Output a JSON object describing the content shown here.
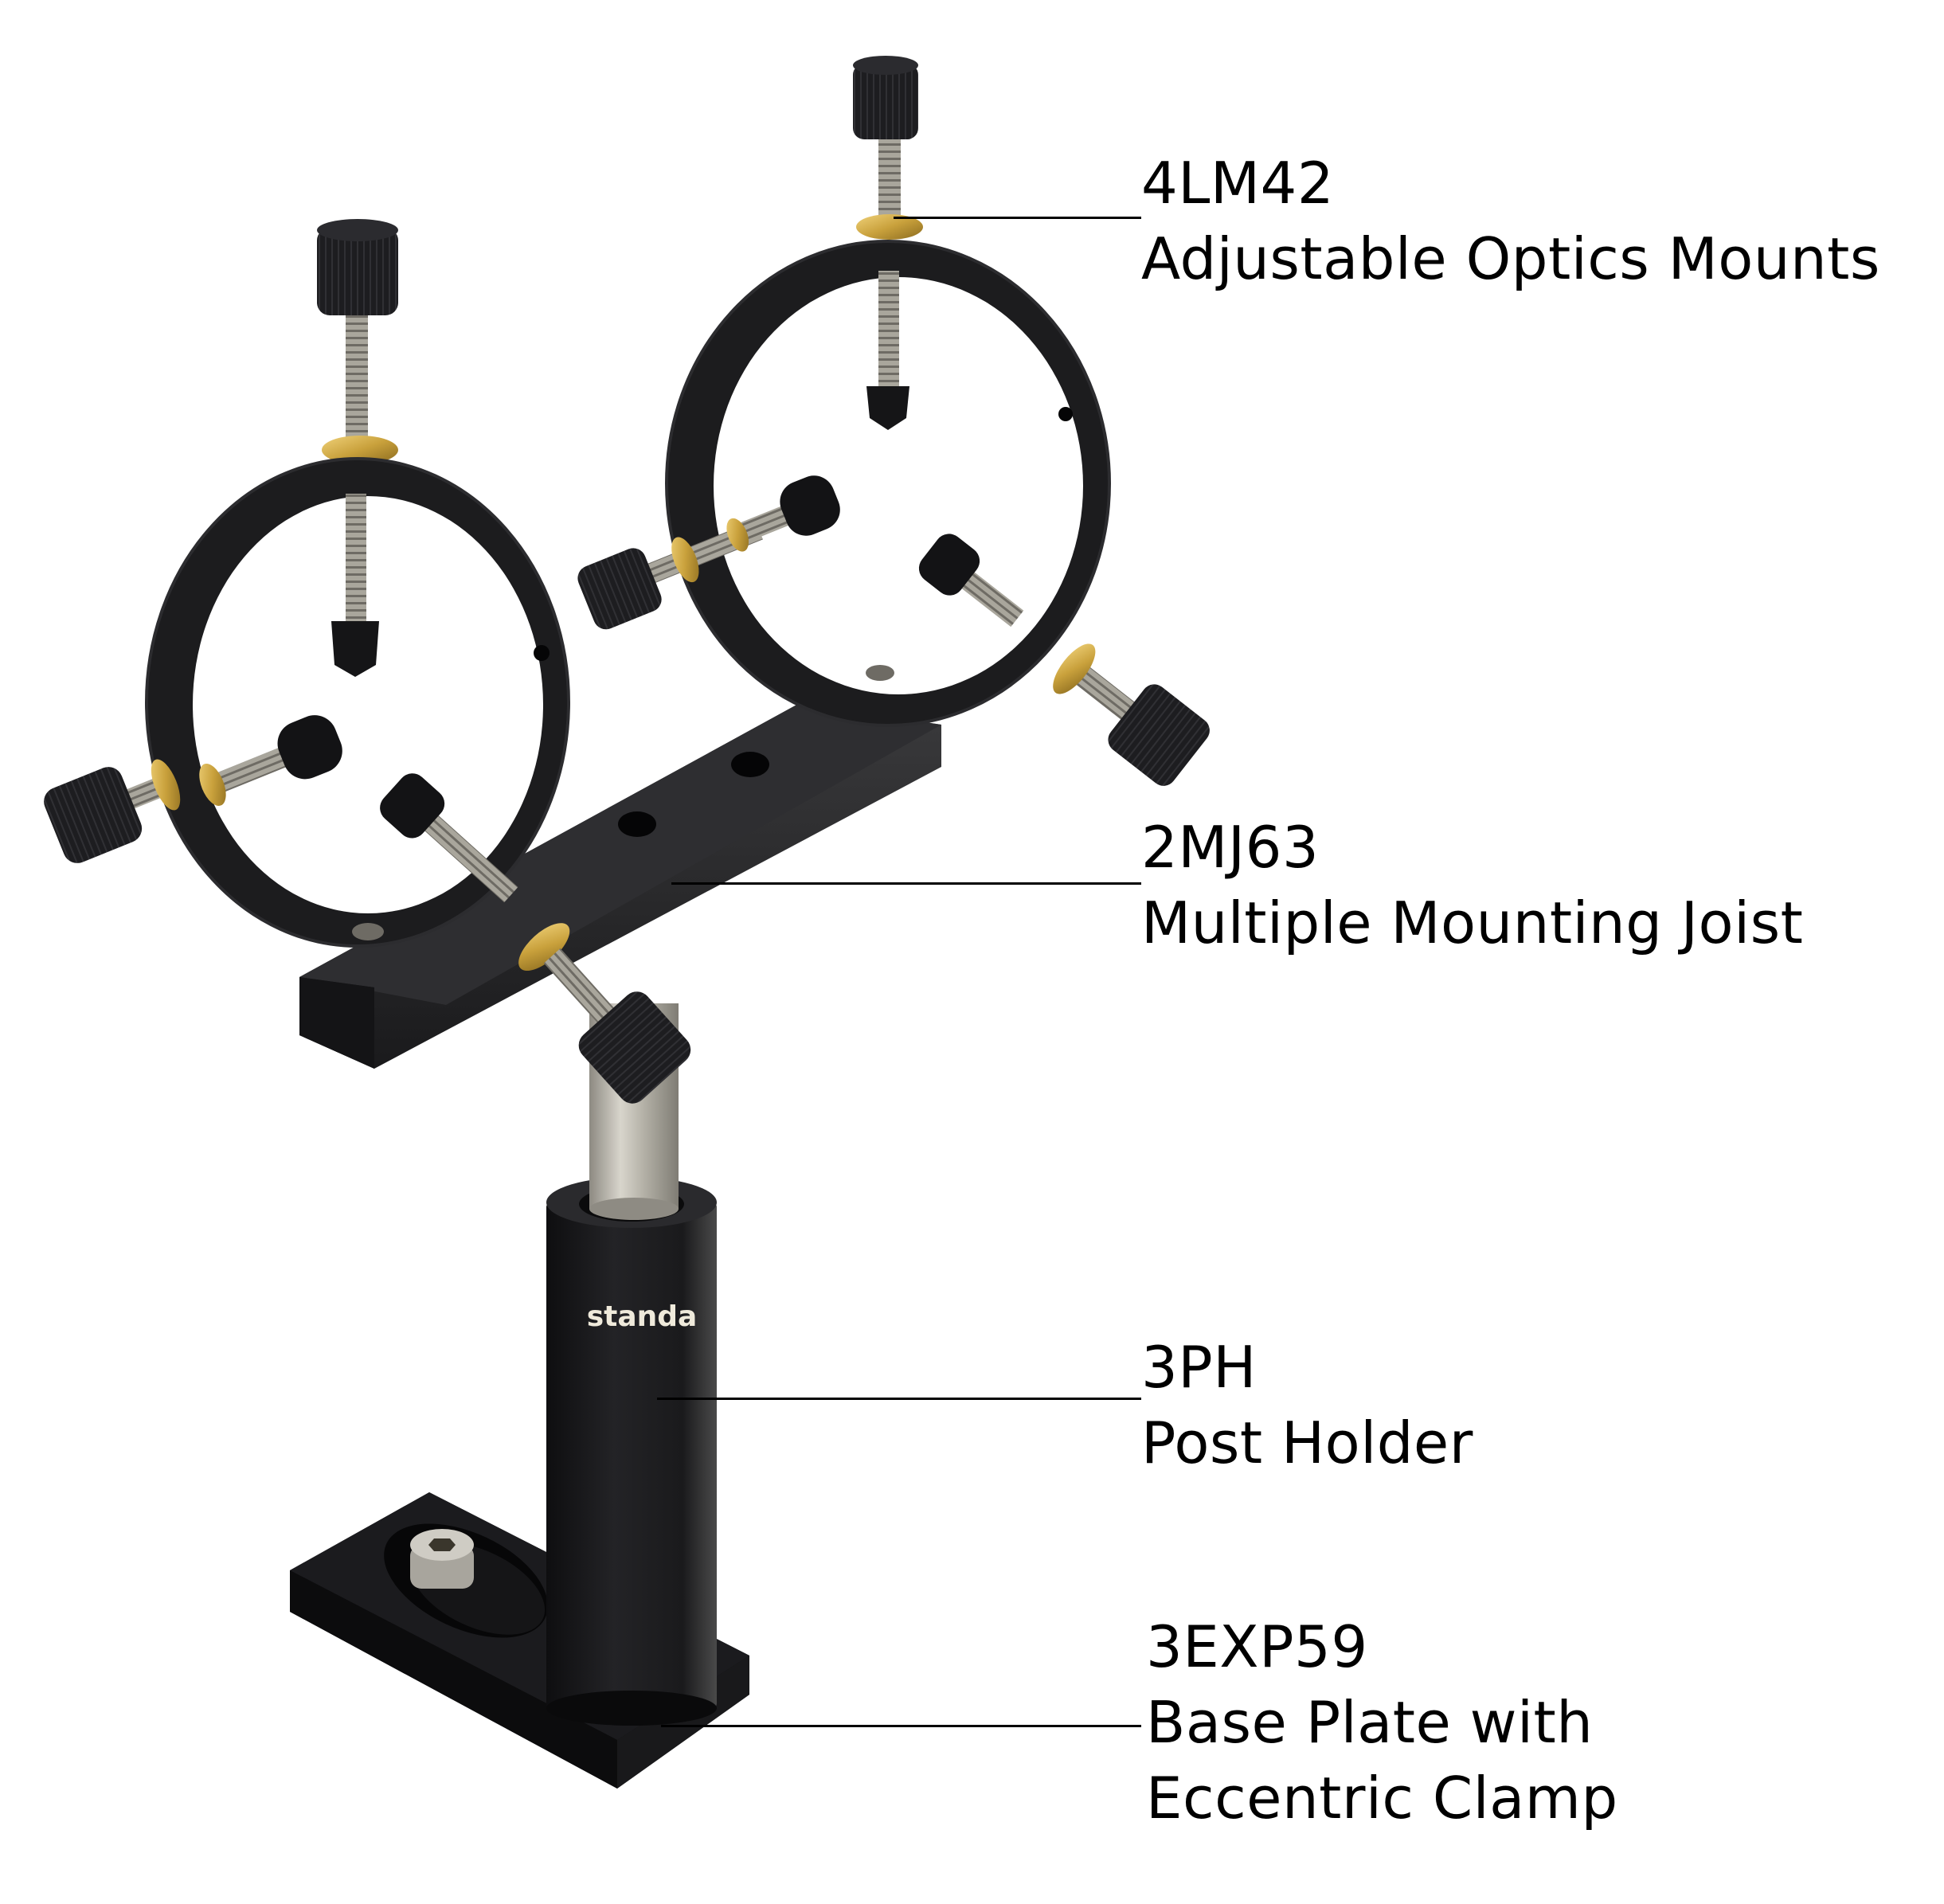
{
  "figure": {
    "description": "Optical mounting assembly: two adjustable optics ring mounts on a multiple mounting joist, steel post in post holder, on base plate with eccentric clamp",
    "brand_logo": "standa",
    "colors": {
      "background": "#ffffff",
      "anodized_black": "#1c1c1e",
      "brass": "#c9a13c",
      "steel": "#b9b6ac",
      "label_text": "#000000",
      "callout_line": "#000000"
    }
  },
  "callouts": [
    {
      "code": "4LM42",
      "name": "Adjustable Optics Mounts"
    },
    {
      "code": "2MJ63",
      "name": "Multiple Mounting Joist"
    },
    {
      "code": "3PH",
      "name": "Post Holder"
    },
    {
      "code": "3EXP59",
      "name_line1": "Base Plate with",
      "name_line2": "Eccentric Clamp"
    }
  ]
}
